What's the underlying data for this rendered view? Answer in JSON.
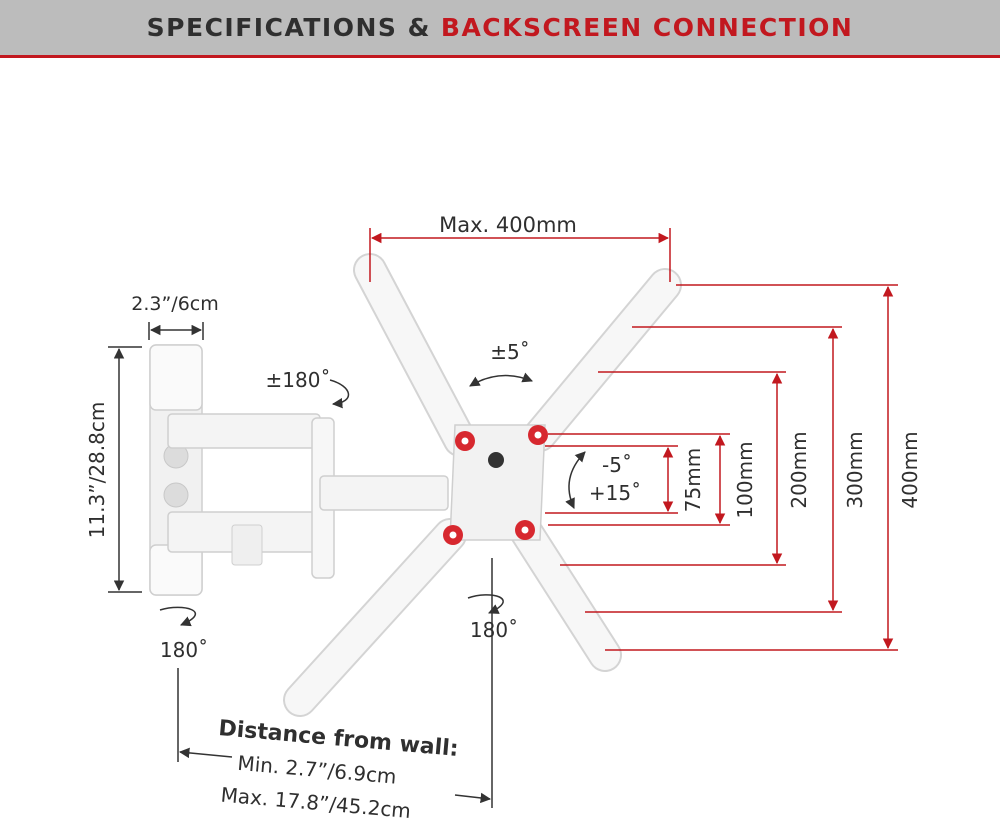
{
  "header": {
    "title_part1": "SPECIFICATIONS &",
    "title_part2": "BACKSCREEN CONNECTION",
    "accent_color": "#c2181f"
  },
  "dimensions": {
    "max_width": "Max. 400mm",
    "wallplate_width": "2.3”/6cm",
    "wallplate_height": "11.3”/28.8cm",
    "vesa_heights": [
      "75mm",
      "100mm",
      "200mm",
      "300mm",
      "400mm"
    ]
  },
  "rotations": {
    "arm_swivel": "±180˚",
    "rotation": "±5˚",
    "tilt_up": "-5˚",
    "tilt_down": "+15˚",
    "wall_swivel": "180˚",
    "head_swivel": "180˚"
  },
  "distance": {
    "title": "Distance from wall:",
    "min": "Min. 2.7”/6.9cm",
    "max": "Max. 17.8”/45.2cm"
  }
}
